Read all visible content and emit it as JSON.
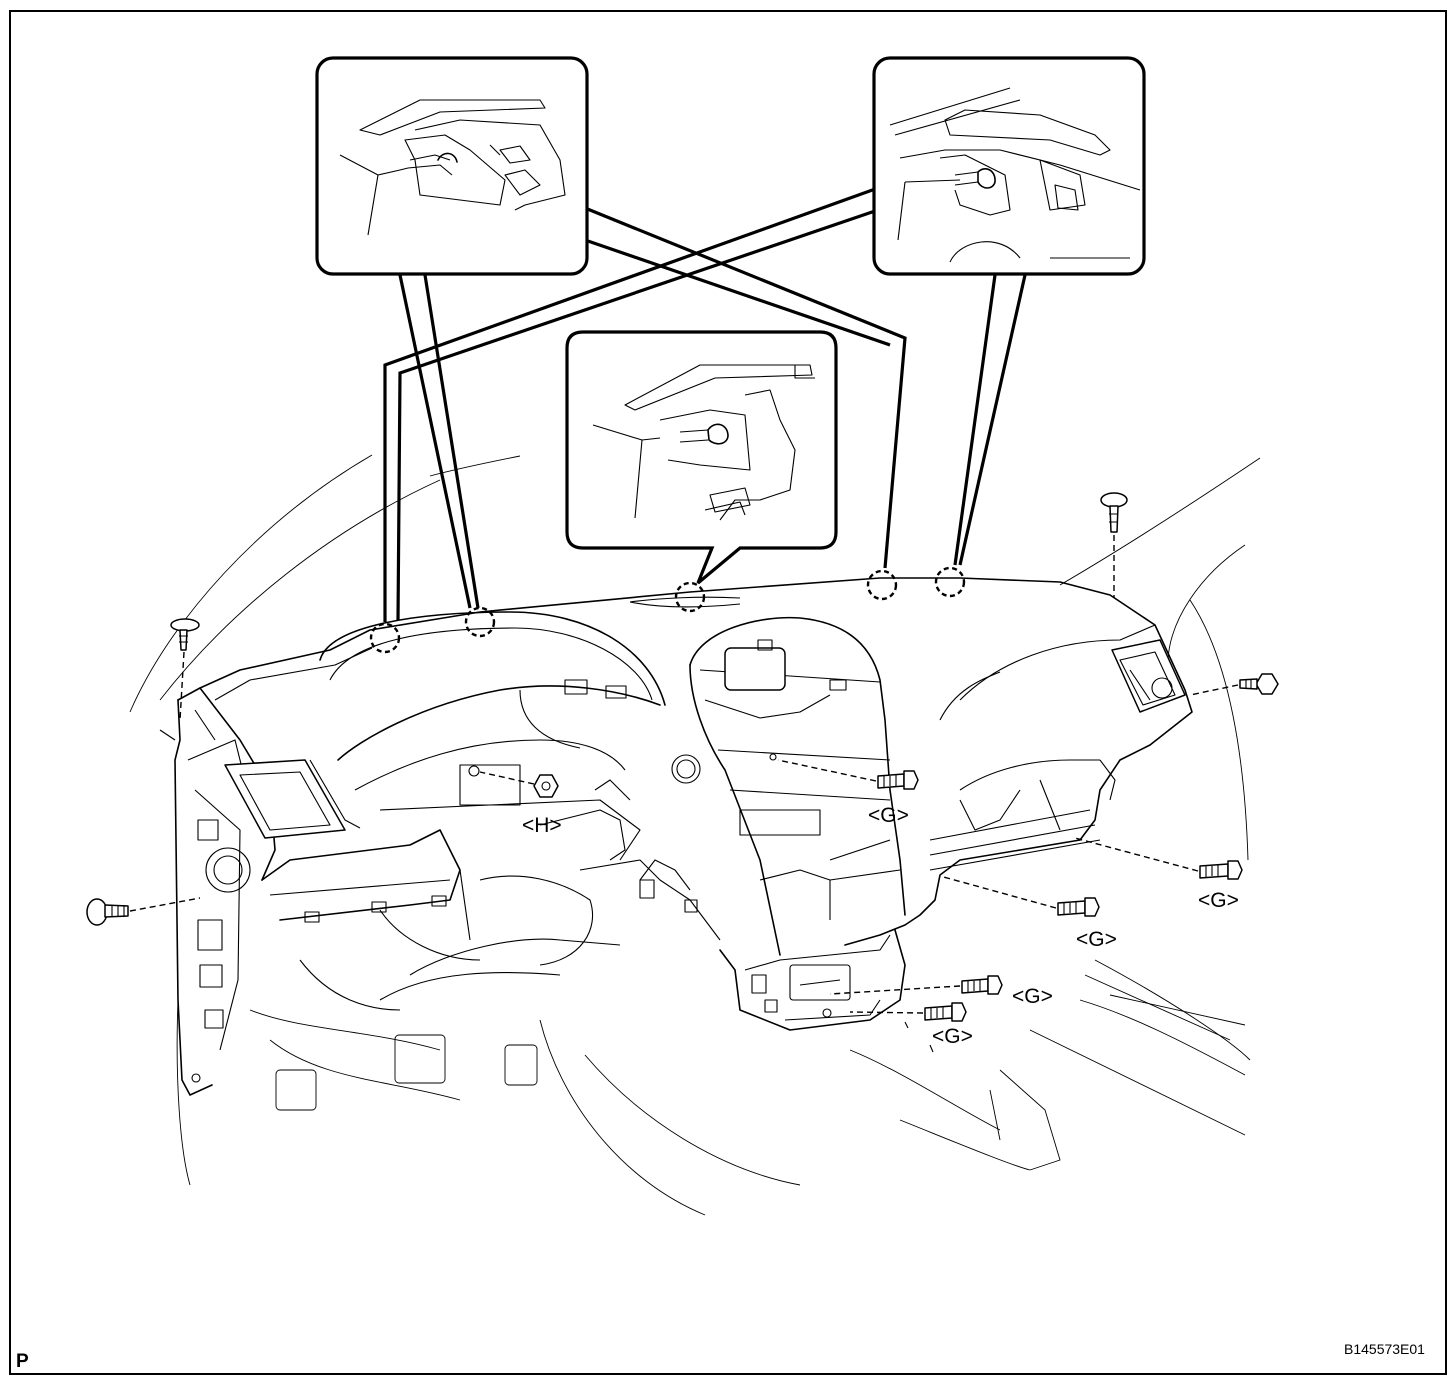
{
  "labels": {
    "g": "<G>",
    "h": "<H>"
  },
  "corner_letter": "P",
  "figure_code": "B145573E01",
  "icons": [
    "bolt-icon",
    "clip-icon",
    "nut-icon",
    "screw-icon"
  ]
}
